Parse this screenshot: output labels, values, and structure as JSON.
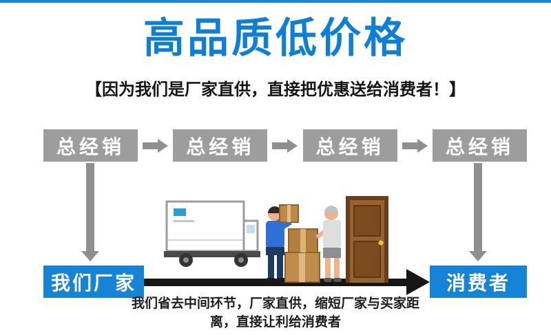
{
  "header": {
    "title": "高品质低价格",
    "subtitle": "【因为我们是厂家直供，直接把优惠送给消费者！】"
  },
  "flow": {
    "distributors": [
      "总经销",
      "总经销",
      "总经销",
      "总经销"
    ],
    "factory_label": "我们厂家",
    "consumer_label": "消费者"
  },
  "footer": {
    "line1": "我们省去中间环节，厂家直供，缩短厂家与买家距",
    "line2": "离，直接让利给消费者"
  },
  "icons": {
    "right_arrow": "right-arrow",
    "down_arrow": "down-arrow",
    "big_black_arrow": "big-right-arrow",
    "truck": "delivery-truck",
    "courier": "courier-carrying-box",
    "boxes": "cardboard-boxes",
    "customer": "customer-receiving-delivery",
    "door": "house-door"
  },
  "colors": {
    "accent_blue": "#1583d6",
    "title_blue": "#0e7fd6",
    "gray_box": "#9d9d9d",
    "arrow_gray": "#8f8f8f",
    "arrow_black": "#161616"
  }
}
